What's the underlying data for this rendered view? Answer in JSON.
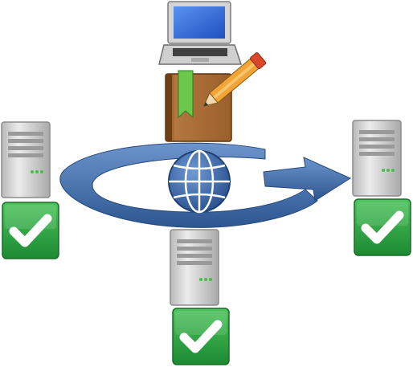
{
  "diagram": {
    "icons": {
      "laptop": "laptop-icon",
      "notebook": "notebook-pencil-icon",
      "globe": "globe-icon",
      "cycle_arrow": "circular-sync-arrow-icon",
      "server": "server-icon",
      "check": "checkmark-icon"
    },
    "nodes": [
      {
        "id": "server-left",
        "status": "ok"
      },
      {
        "id": "server-bottom",
        "status": "ok"
      },
      {
        "id": "server-right",
        "status": "ok"
      }
    ],
    "colors": {
      "arrow_blue": "#4a77b4",
      "arrow_dark": "#2f5590",
      "check_green": "#2ea043",
      "check_green_dark": "#1b7a2c",
      "server_gray": "#c9c9c9",
      "server_dark": "#8a8a8a",
      "server_led": "#44c044",
      "book_brown": "#a86a34",
      "book_dark": "#6f3e16",
      "bookmark_green": "#6bc84a",
      "pencil_orange": "#f2a437",
      "pencil_red": "#d9482a",
      "laptop_screen": "#2f6fe0",
      "globe_blue": "#3b6fb8"
    }
  }
}
